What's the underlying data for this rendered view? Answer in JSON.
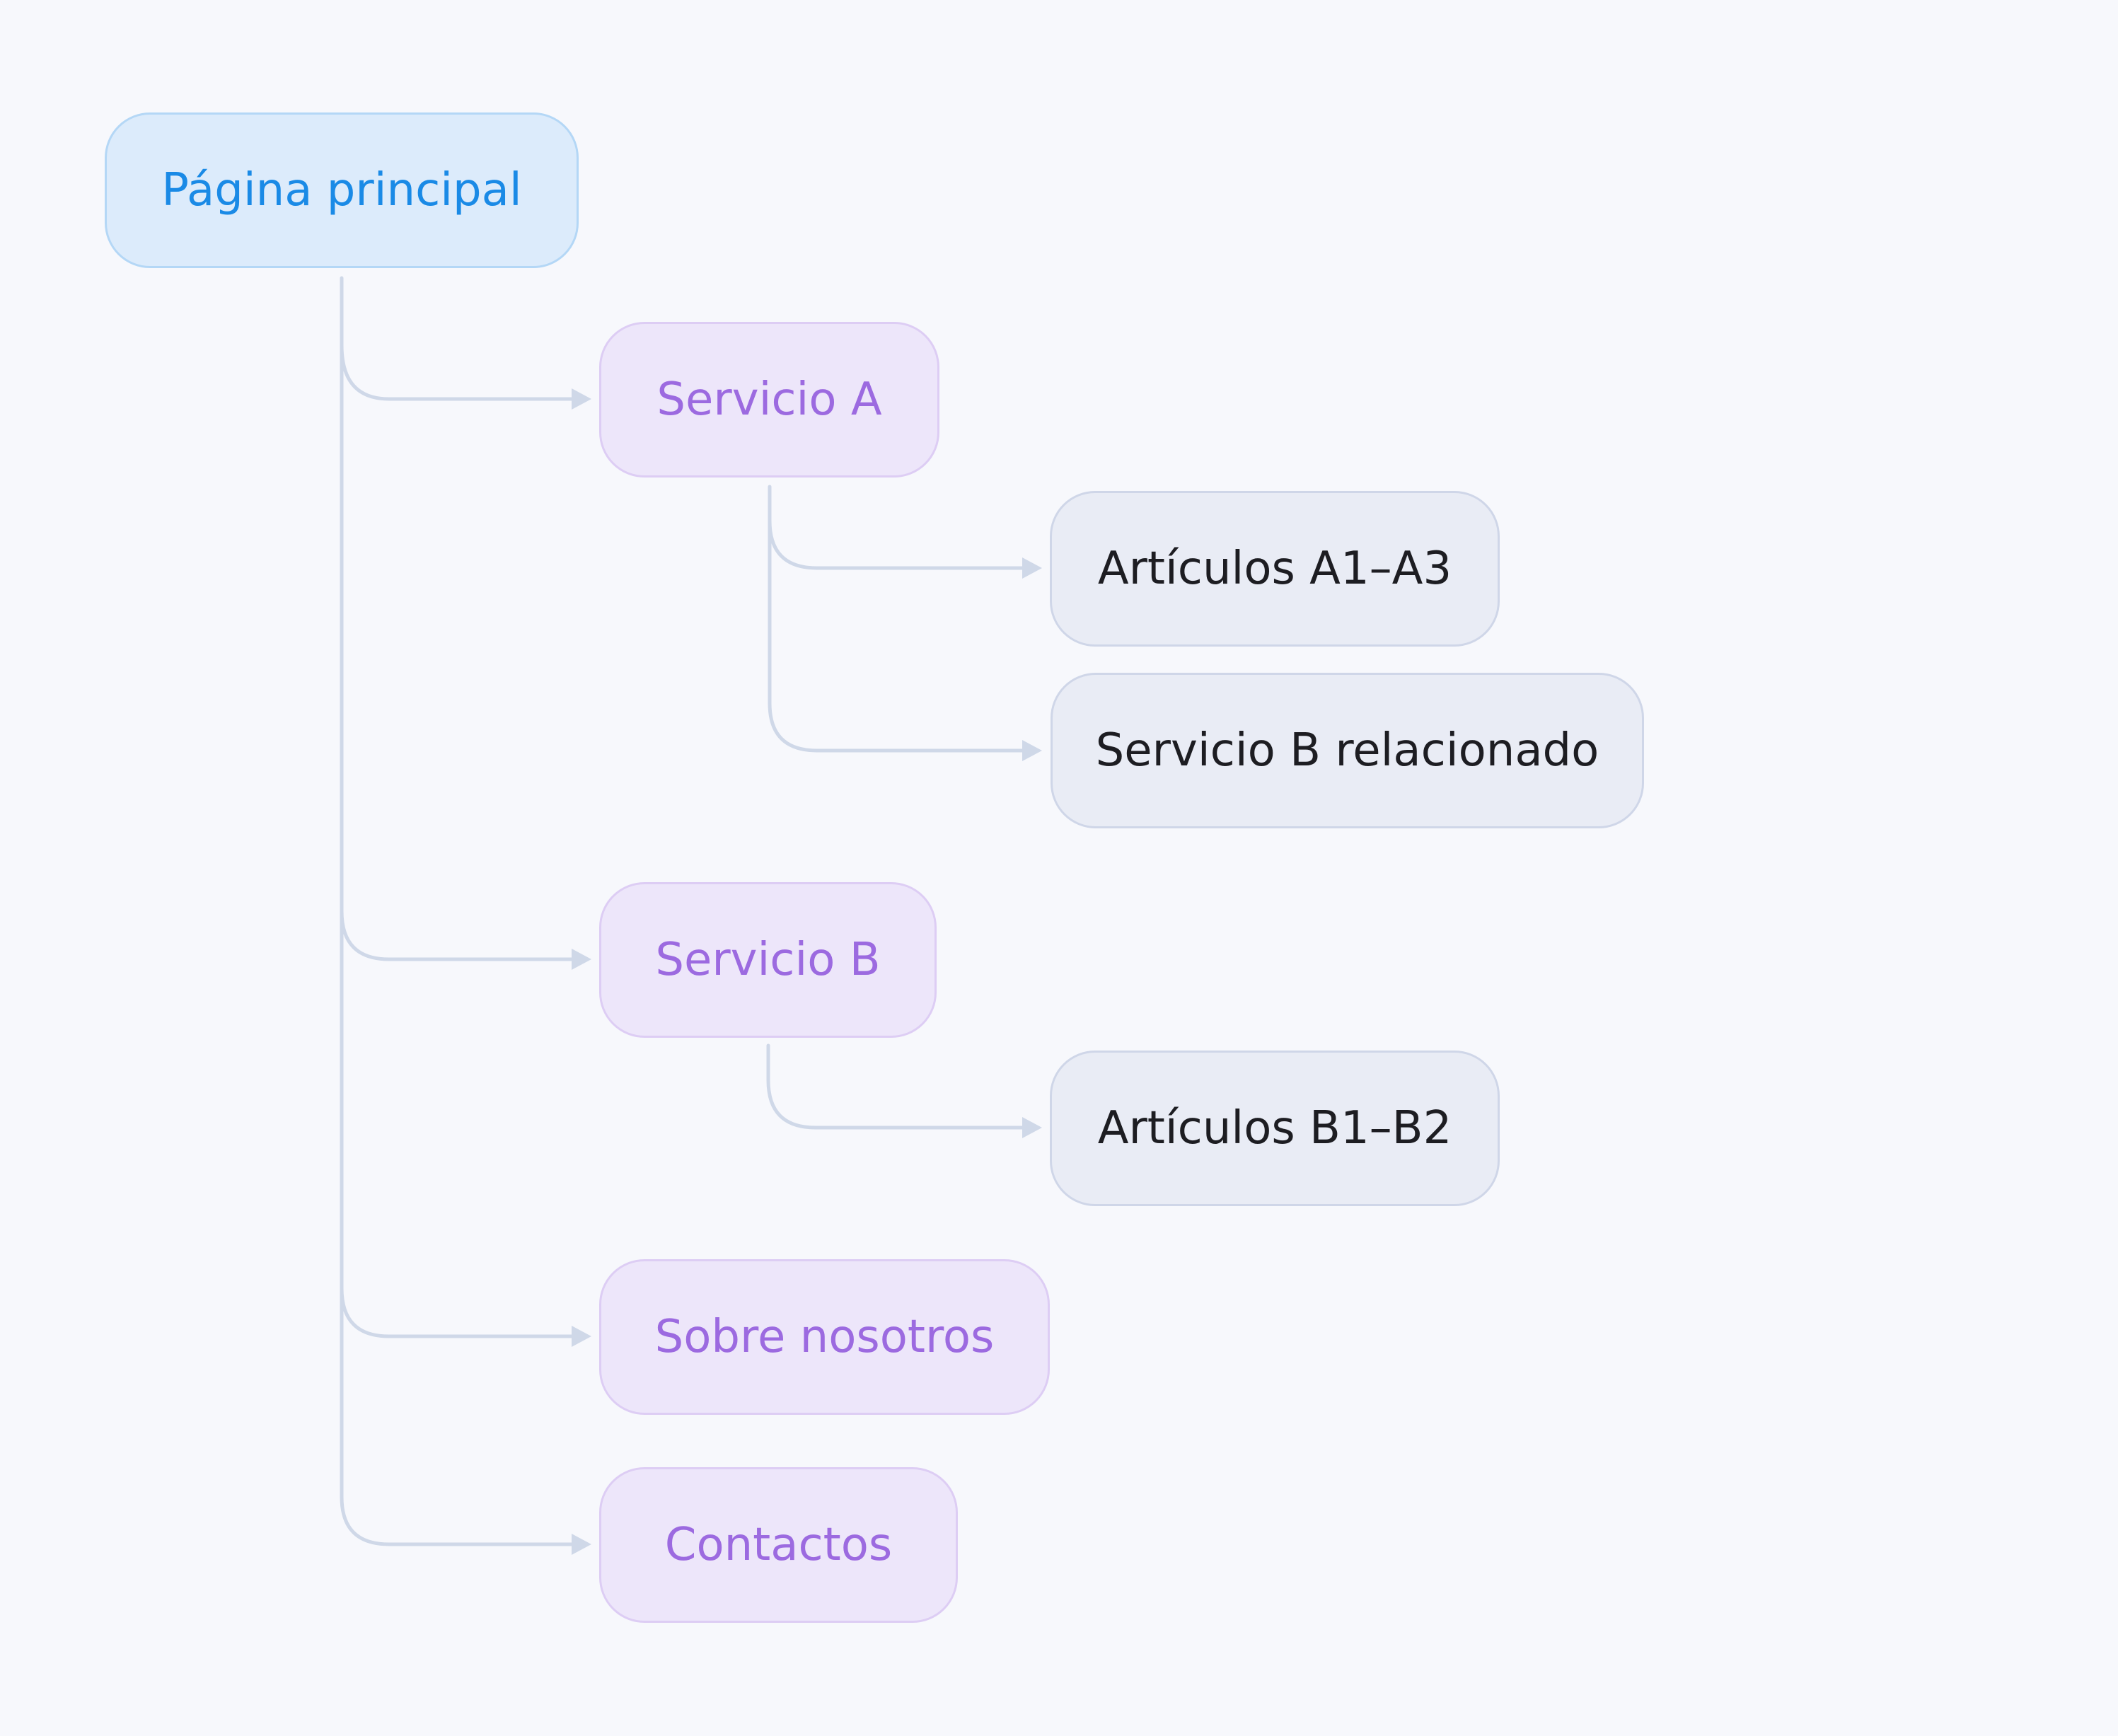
{
  "colors": {
    "background": "#f7f8fc",
    "connector": "#cfd8e8",
    "root_fill": "#dcebfb",
    "root_border": "#b4d7f6",
    "root_text": "#1a8ae6",
    "level1_fill": "#ede6fa",
    "level1_border": "#ddcdf4",
    "level1_text": "#9c6ae0",
    "level2_fill": "#e9ecf5",
    "level2_border": "#cfd6e8",
    "level2_text": "#1d1d22"
  },
  "tree": {
    "root": "Página principal",
    "children": [
      {
        "label": "Servicio A",
        "children": [
          "Artículos A1–A3",
          "Servicio B relacionado"
        ]
      },
      {
        "label": "Servicio B",
        "children": [
          "Artículos B1–B2"
        ]
      },
      {
        "label": "Sobre nosotros",
        "children": []
      },
      {
        "label": "Contactos",
        "children": []
      }
    ]
  }
}
